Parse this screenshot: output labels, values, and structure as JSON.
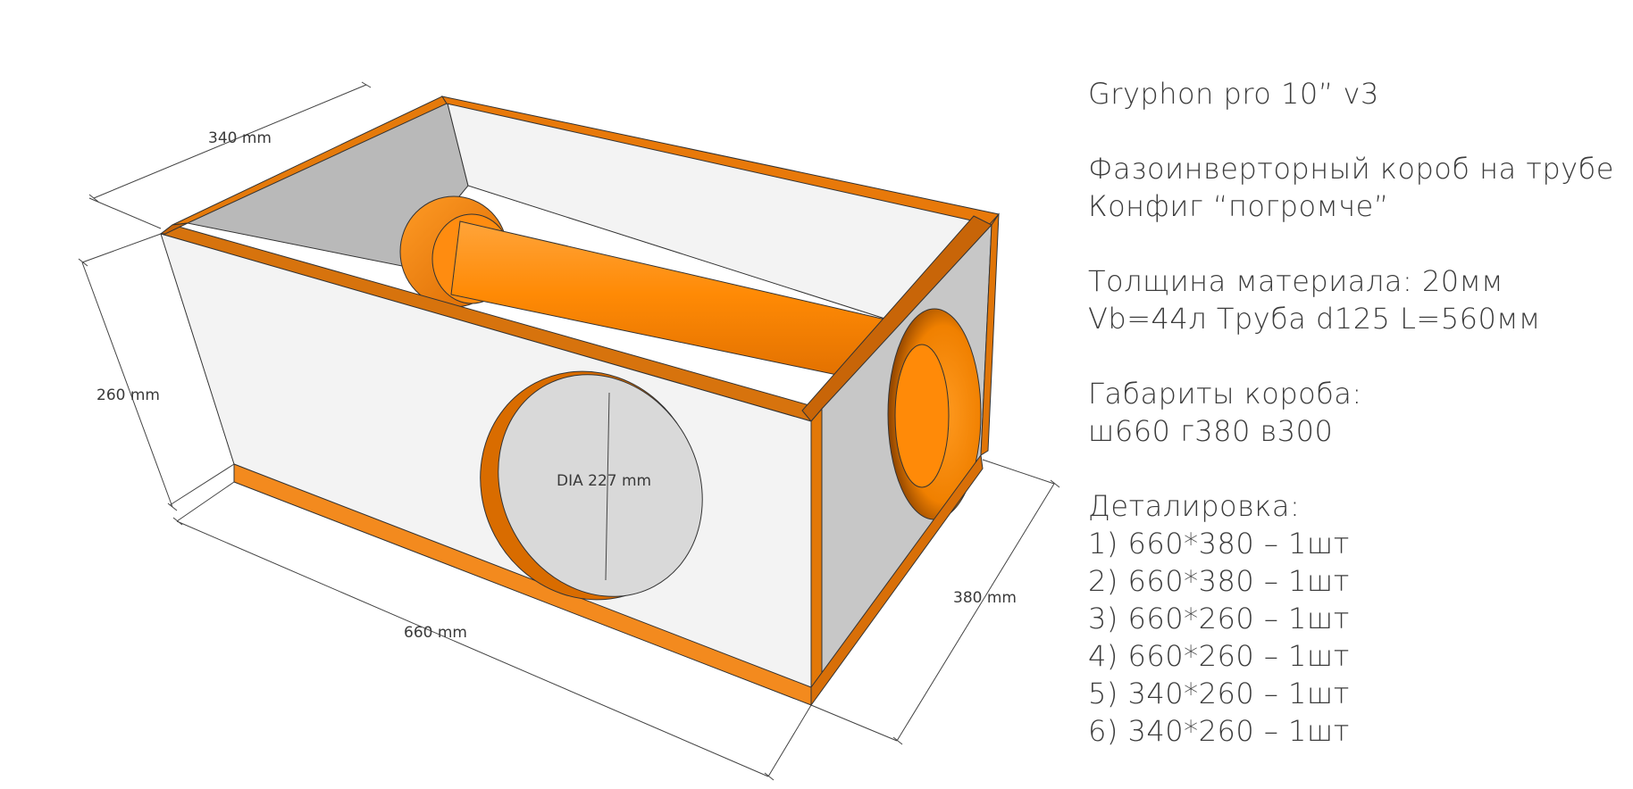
{
  "title": "Gryphon pro 10” v3",
  "dimensions": {
    "depth_top": "340 mm",
    "height": "260 mm",
    "width": "660 mm",
    "depth_right": "380 mm",
    "driver_hole": "DIA 227 mm"
  },
  "notes": {
    "line1": "Фазоинверторный короб на трубе",
    "line2": "Конфиг “погромче”",
    "line3": "Толщина материала: 20мм",
    "line4": "Vb=44л Труба d125 L=560мм",
    "line5": "Габариты короба:",
    "line6": "ш660 г380 в300",
    "line7": "Деталировка:",
    "parts": [
      "1) 660*380 – 1шт",
      "2) 660*380 – 1шт",
      "3) 660*260 – 1шт",
      "4) 660*260 – 1шт",
      "5) 340*260 – 1шт",
      "6) 340*260 – 1шт"
    ]
  },
  "colors": {
    "wood": "#f07d0a",
    "wood_dark": "#c9660a",
    "panel": "#f4f4f4",
    "inner_panel": "#bdbdbd",
    "dim_line": "#444444"
  }
}
